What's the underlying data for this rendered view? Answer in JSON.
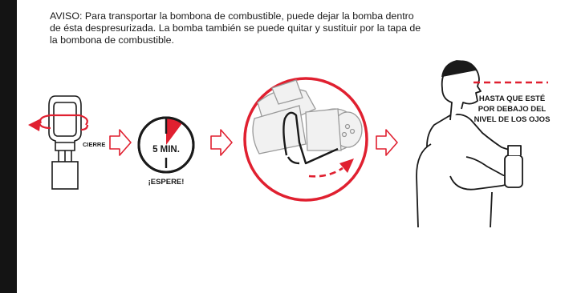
{
  "notice": {
    "line1": "AVISO: Para transportar la bombona de combustible, puede dejar la bomba dentro",
    "line2": "de ésta despresurizada. La bomba también se puede quitar y sustituir por la tapa de",
    "line3": "la bombona de combustible."
  },
  "steps": {
    "valve_label": "CIERRE",
    "timer_label": "5 MIN.",
    "wait_label": "¡ESPERE!",
    "eye_level_line1": "HASTA QUE ESTÉ",
    "eye_level_line2": "POR DEBAJO DEL",
    "eye_level_line3": "NIVEL DE LOS OJOS"
  },
  "colors": {
    "accent": "#e02030",
    "line": "#1a1a1a"
  },
  "icons": [
    "rotate-arrow-icon",
    "arrow-right-icon",
    "timer-icon",
    "valve-detail-icon",
    "person-icon"
  ]
}
